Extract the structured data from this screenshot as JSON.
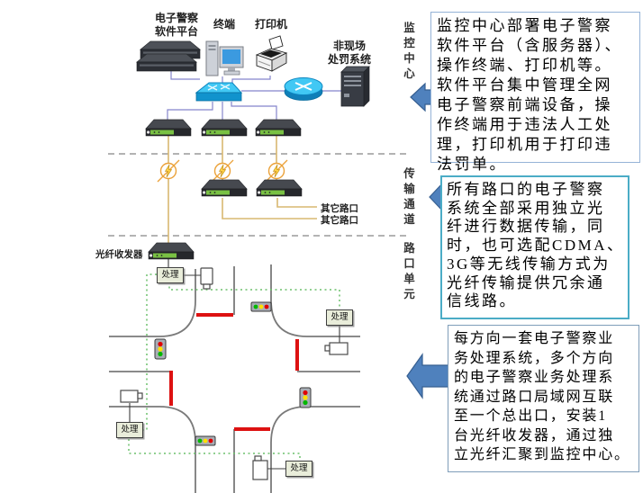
{
  "sections": {
    "monitoring_center": "监控中心",
    "transmission_channel": "传输通道",
    "intersection_unit": "路口单元"
  },
  "labels": {
    "platform_line1": "电子警察",
    "platform_line2": "软件平台",
    "terminal": "终端",
    "printer": "打印机",
    "offsite_line1": "非现场",
    "offsite_line2": "处罚系统",
    "fiber_transceiver": "光纤收发器",
    "other_intersection_1": "其它路口",
    "other_intersection_2": "其它路口",
    "processing": "处理"
  },
  "callouts": {
    "c1": {
      "text": "监控中心部署电子警察\n软件平台（含服务器）、\n操作终端、打印机等。\n软件平台集中管理全网\n电子警察前端设备，操\n作终端用于违法人工处\n理，打印机用于打印违\n法罚单。",
      "border_color": "#95b3d7"
    },
    "c2": {
      "text": "所有路口的电子警察\n系统全部采用独立光\n纤进行数据传输，同\n时，也可选配CDMA、\n3G等无线传输方式为\n光纤传输提供冗余通\n信线路。",
      "border_color": "#4bacc6"
    },
    "c3": {
      "text": "每方向一套电子警察业\n务处理系统，多个方向\n的电子警察业务处理系\n统通过路口局域网互联\n至一个总出口，安装1\n台光纤收发器，通过独\n立光纤汇聚到监控中心。",
      "border_color": "#7f9db9"
    }
  },
  "colors": {
    "arrow": "#4f81bd",
    "fiber_line": "#d9b871",
    "lan_line": "#8585cc",
    "fiber_lan_dotted": "#6cc06c",
    "stop_line": "#dd1111",
    "road": "#7a7a7a",
    "traffic_red": "#e00000",
    "traffic_yellow": "#ffe000",
    "traffic_green": "#00b800"
  }
}
